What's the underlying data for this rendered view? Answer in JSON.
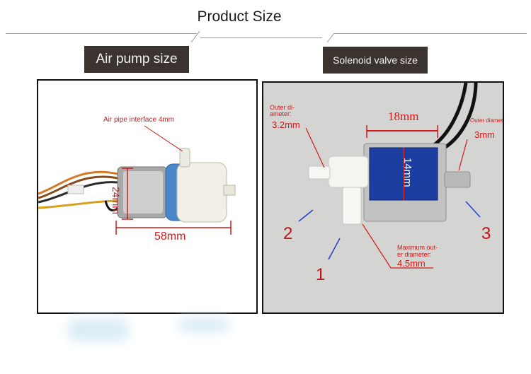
{
  "header": {
    "title": "Product Size"
  },
  "sections": {
    "pump": {
      "label": "Air pump size",
      "annotations": {
        "interface": "Air pipe interface 4mm",
        "height": "24mm",
        "length": "58mm"
      }
    },
    "valve": {
      "label": "Solenoid valve size",
      "annotations": {
        "outer_diameter_label": "Outer di-\nameter:",
        "outer_diameter_value": "3.2mm",
        "width": "18mm",
        "height": "14mm",
        "port3_label": "Outer diameter",
        "port3_value": "3mm",
        "max_outer_label": "Maximum out-\ner diameter:",
        "max_outer_value": "4.5mm",
        "port1": "1",
        "port2": "2",
        "port3": "3"
      }
    }
  },
  "colors": {
    "annotation": "#d11a1a",
    "label_bg": "#3a3330"
  }
}
